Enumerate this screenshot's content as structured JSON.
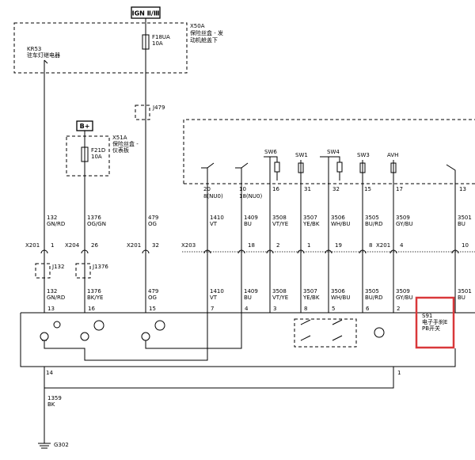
{
  "power": {
    "ign": "IGN Ⅱ/Ⅲ",
    "bplus": "B+"
  },
  "boxes": {
    "x50a": {
      "code": "X50A",
      "line1": "保险丝盒 - 发",
      "line2": "动机舱盖下"
    },
    "x51a": {
      "code": "X51A",
      "line1": "保险丝盒 -",
      "line2": "仪表板"
    }
  },
  "relay": {
    "code": "KR53",
    "name": "驻车灯继电器"
  },
  "fuses": {
    "f18ua": {
      "code": "F18UA",
      "rating": "10A"
    },
    "f21d": {
      "code": "F21D",
      "rating": "10A"
    }
  },
  "connectors": {
    "j479": "J479",
    "j132": "J132",
    "j1376": "J1376",
    "x201": "X201",
    "x204": "X204",
    "x203": "X203"
  },
  "switch_labels": {
    "sw6": "SW6",
    "sw1": "SW1",
    "sw4": "SW4",
    "sw3": "SW3",
    "avh": "AVH"
  },
  "top_pins": [
    "20",
    "8(NU0)",
    "10",
    "18(NU0)",
    "16",
    "31",
    "32",
    "15",
    "17",
    "13"
  ],
  "circuits": [
    {
      "num": "132",
      "color": "GN/RD"
    },
    {
      "num": "1376",
      "color": "OG/GN"
    },
    {
      "num": "479",
      "color": "OG"
    },
    {
      "num": "1410",
      "color": "VT"
    },
    {
      "num": "1409",
      "color": "BU"
    },
    {
      "num": "3508",
      "color": "VT/YE"
    },
    {
      "num": "3507",
      "color": "YE/BK"
    },
    {
      "num": "3506",
      "color": "WH/BU"
    },
    {
      "num": "3505",
      "color": "BU/RD"
    },
    {
      "num": "3509",
      "color": "GY/BU"
    },
    {
      "num": "3501",
      "color": "BU"
    }
  ],
  "lower_circuits": [
    {
      "num": "132",
      "color": "GN/RD"
    },
    {
      "num": "1376",
      "color": "BK/YE"
    },
    {
      "num": "479",
      "color": "OG"
    },
    {
      "num": "1410",
      "color": "VT"
    },
    {
      "num": "1409",
      "color": "BU"
    },
    {
      "num": "3508",
      "color": "VT/YE"
    },
    {
      "num": "3507",
      "color": "YE/BK"
    },
    {
      "num": "3506",
      "color": "WH/BU"
    },
    {
      "num": "3505",
      "color": "BU/RD"
    },
    {
      "num": "3509",
      "color": "GY/BU"
    },
    {
      "num": "3501",
      "color": "BU"
    }
  ],
  "inline_pins": [
    "1",
    "26",
    "32",
    "",
    "18",
    "2",
    "1",
    "19",
    "8",
    "4",
    "10"
  ],
  "bottom_pins": [
    "13",
    "16",
    "15",
    "7",
    "4",
    "3",
    "8",
    "5",
    "6",
    "2"
  ],
  "module": {
    "code": "S91",
    "line1": "电子手刹E",
    "line2": "PB开关"
  },
  "ground": {
    "pin": "14",
    "right_pin": "1",
    "circuit": "1359",
    "color": "BK",
    "name": "G302"
  },
  "highlight_color": "#d9383a"
}
